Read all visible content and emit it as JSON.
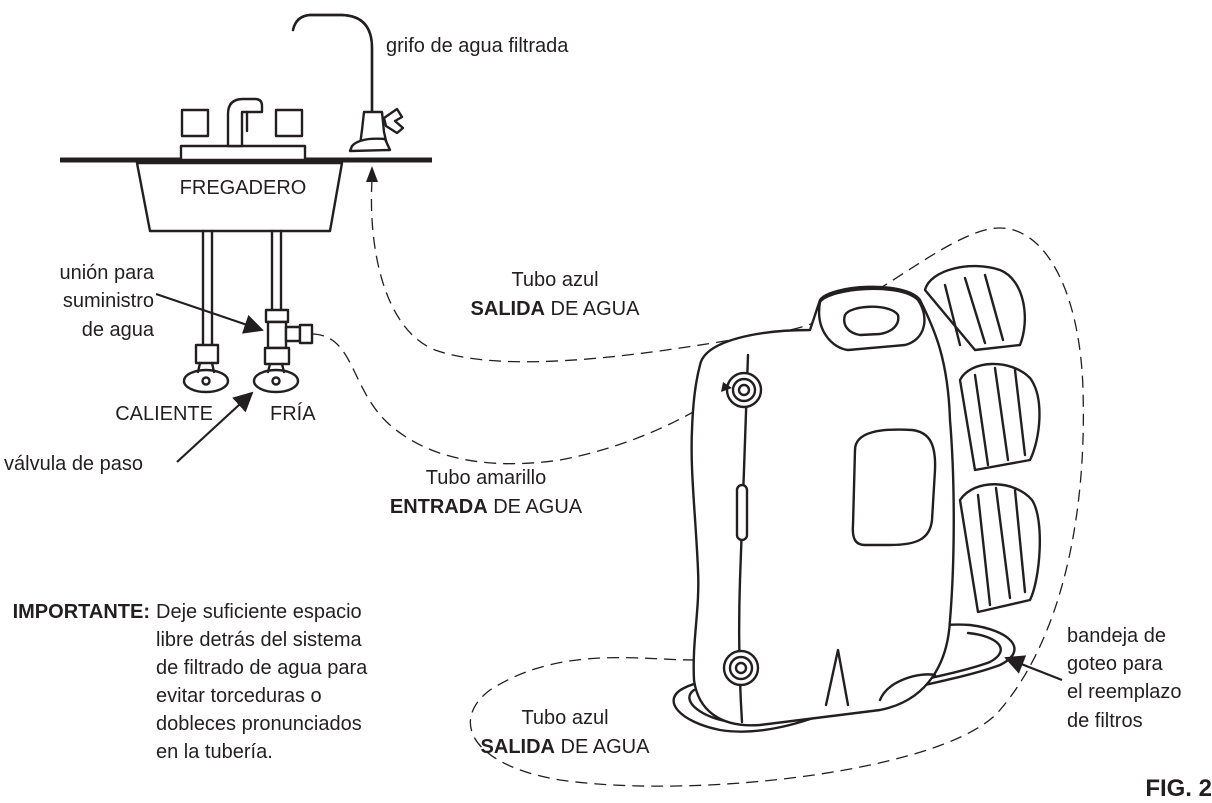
{
  "labels": {
    "faucet": "grifo de agua filtrada",
    "sink": "FREGADERO",
    "union_line1": "unión para",
    "union_line2": "suministro",
    "union_line3": "de agua",
    "hot": "CALIENTE",
    "cold": "FRÍA",
    "valve": "válvula de paso",
    "blue_tube_top": {
      "line1": "Tubo azul",
      "bold": "SALIDA",
      "rest": " DE AGUA"
    },
    "yellow_tube": {
      "line1": "Tubo amarillo",
      "bold": "ENTRADA",
      "rest": " DE AGUA"
    },
    "blue_tube_bottom": {
      "line1": "Tubo azul",
      "bold": "SALIDA",
      "rest": " DE AGUA"
    },
    "drip_tray_line1": "bandeja de",
    "drip_tray_line2": "goteo para",
    "drip_tray_line3": "el reemplazo",
    "drip_tray_line4": "de filtros",
    "figure": "FIG. 2"
  },
  "note": {
    "heading": "IMPORTANTE:",
    "lines": [
      "Deje suficiente espacio",
      "libre detrás del sistema",
      "de filtrado de agua para",
      "evitar torceduras o",
      "dobleces pronunciados",
      "en la tubería."
    ]
  }
}
